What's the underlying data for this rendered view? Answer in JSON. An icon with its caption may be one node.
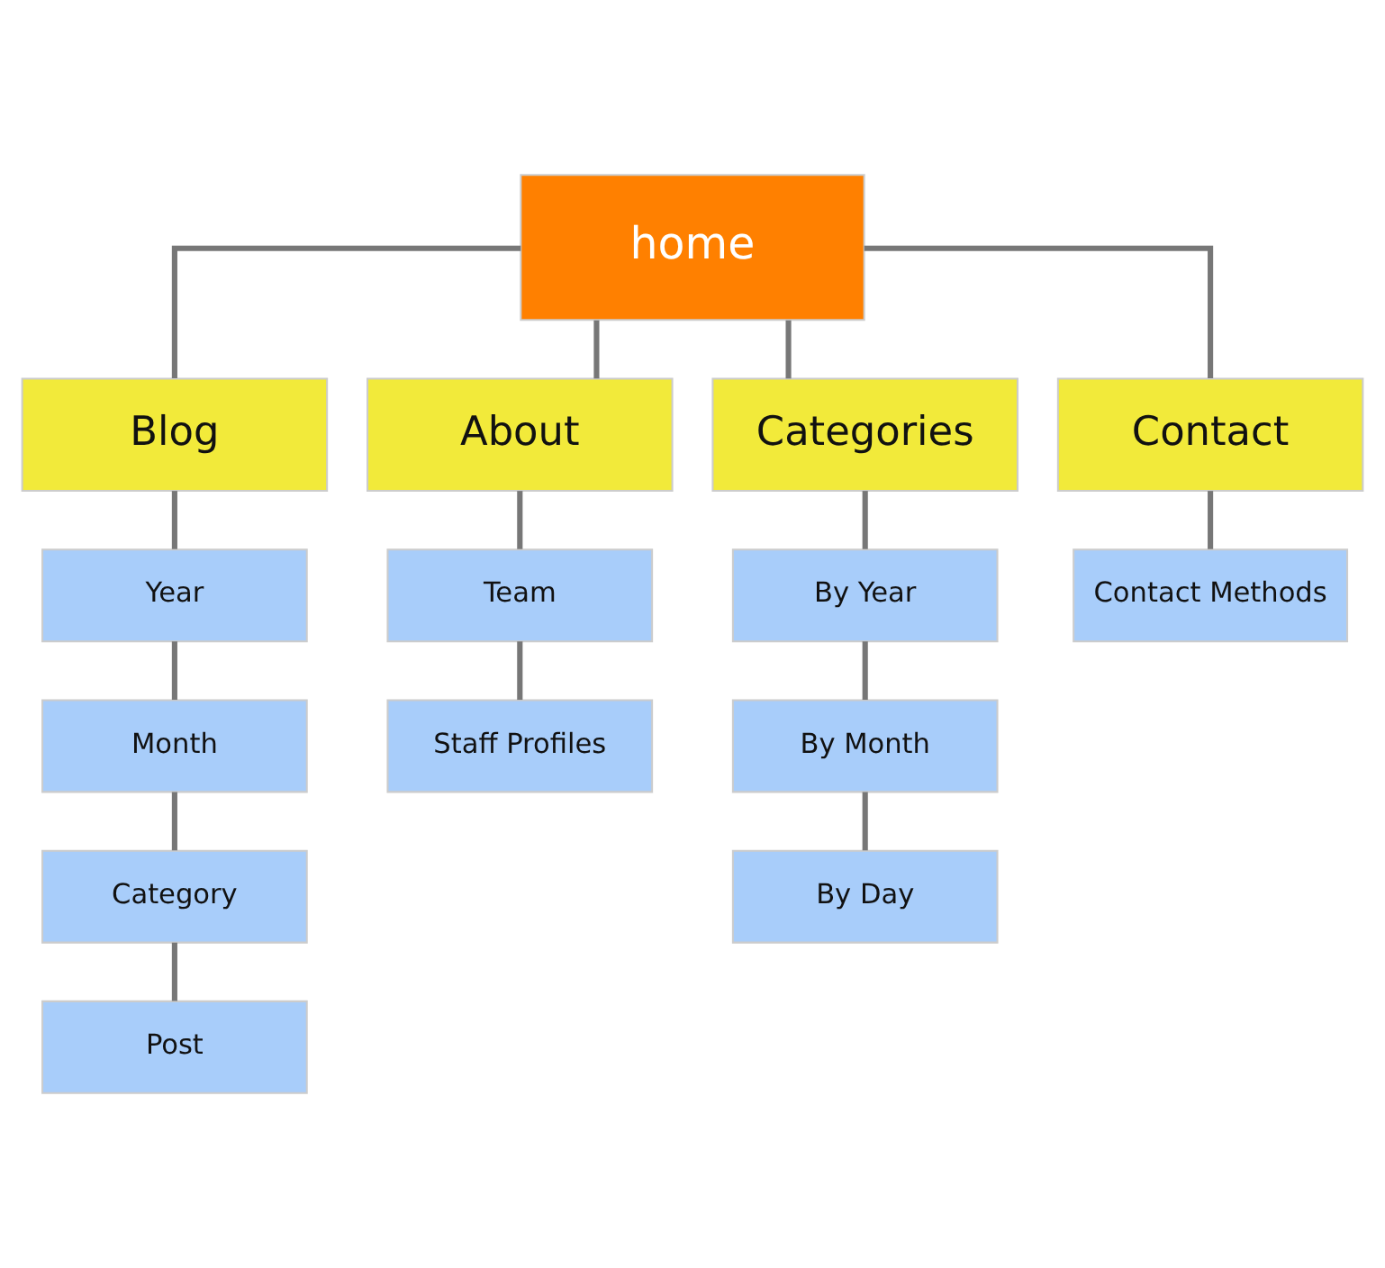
{
  "diagram": {
    "nodes": [
      {
        "text": [
          "home"
        ]
      },
      {
        "text": [
          "Blog"
        ]
      },
      {
        "text": [
          "About"
        ]
      },
      {
        "text": [
          "Categories"
        ]
      },
      {
        "text": [
          "Contact"
        ]
      },
      {
        "text": [
          "Year"
        ]
      },
      {
        "text": [
          "Month"
        ]
      },
      {
        "text": [
          "Category"
        ]
      },
      {
        "text": [
          "Post"
        ]
      },
      {
        "text": [
          "Team"
        ]
      },
      {
        "text": [
          "Staff Profiles"
        ]
      },
      {
        "text": [
          "By Year"
        ]
      },
      {
        "text": [
          "By Month"
        ]
      },
      {
        "text": [
          "By Day"
        ]
      },
      {
        "text": [
          "Contact Methods"
        ]
      }
    ],
    "edges": [
      {
        "from": 0,
        "to": 1,
        "arrow": "none"
      },
      {
        "from": 0,
        "to": 2,
        "arrow": "none"
      },
      {
        "from": 0,
        "to": 3,
        "arrow": "none"
      },
      {
        "from": 0,
        "to": 4,
        "arrow": "none"
      },
      {
        "from": 1,
        "to": 5,
        "arrow": "none"
      },
      {
        "from": 5,
        "to": 6,
        "arrow": "none"
      },
      {
        "from": 6,
        "to": 7,
        "arrow": "none"
      },
      {
        "from": 7,
        "to": 8,
        "arrow": "none"
      },
      {
        "from": 2,
        "to": 9,
        "arrow": "none"
      },
      {
        "from": 9,
        "to": 10,
        "arrow": "none"
      },
      {
        "from": 3,
        "to": 11,
        "arrow": "none"
      },
      {
        "from": 11,
        "to": 12,
        "arrow": "none"
      },
      {
        "from": 12,
        "to": 13,
        "arrow": "none"
      },
      {
        "from": 4,
        "to": 14,
        "arrow": "none"
      }
    ]
  }
}
